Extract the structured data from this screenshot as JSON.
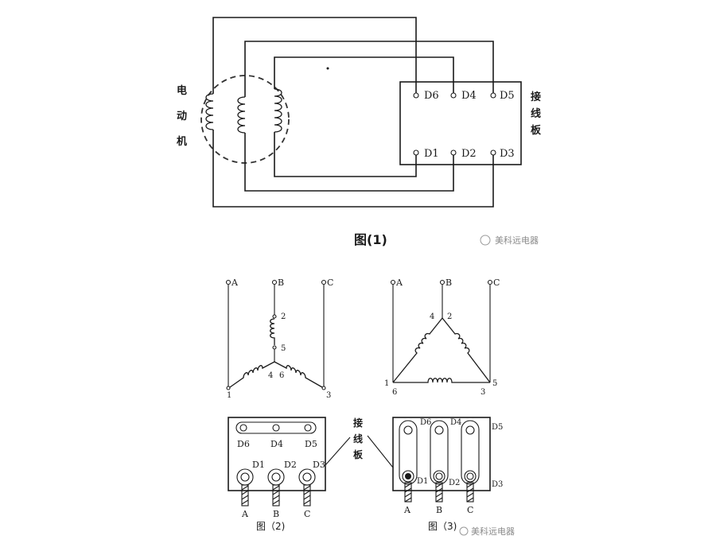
{
  "figure1": {
    "caption": "图(1)",
    "motor_label": [
      "电",
      "动",
      "机"
    ],
    "board_label": [
      "接",
      "线",
      "板"
    ],
    "terminals_top": [
      "D6",
      "D4",
      "D5"
    ],
    "terminals_bottom": [
      "D1",
      "D2",
      "D3"
    ]
  },
  "watermark": "美科远电器",
  "figure2": {
    "caption": "图（2)",
    "supply": [
      "A",
      "B",
      "C"
    ],
    "node_numbers": [
      "1",
      "2",
      "3",
      "4",
      "5",
      "6"
    ],
    "terminals_top": [
      "D6",
      "D4",
      "D5"
    ],
    "terminals_bottom": [
      "D1",
      "D2",
      "D3"
    ],
    "feed_labels": [
      "A",
      "B",
      "C"
    ]
  },
  "figure3": {
    "caption": "图（3)",
    "supply": [
      "A",
      "B",
      "C"
    ],
    "node_numbers": [
      "4",
      "2",
      "1",
      "6",
      "3",
      "5"
    ],
    "terminals_top": [
      "D6",
      "D4",
      "D5"
    ],
    "terminals_bottom": [
      "D1",
      "D2",
      "D3"
    ],
    "feed_labels": [
      "A",
      "B",
      "C"
    ]
  },
  "board_callout": [
    "接",
    "线",
    "板"
  ]
}
